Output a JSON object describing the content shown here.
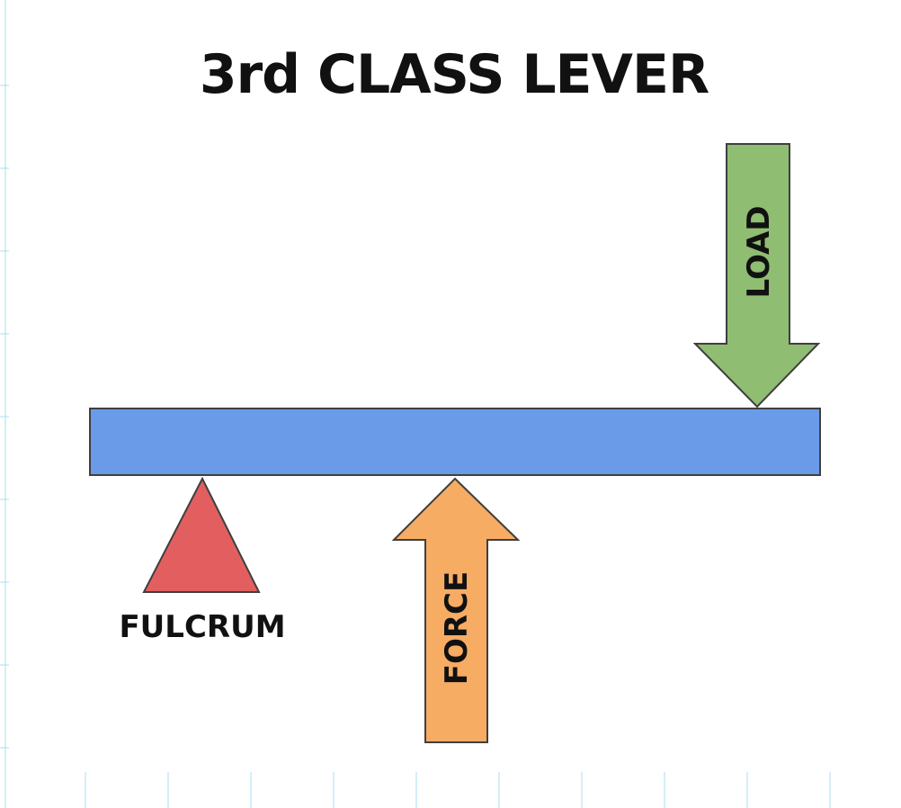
{
  "title": "3rd CLASS LEVER",
  "labels": {
    "load": "LOAD",
    "force": "FORCE",
    "fulcrum": "FULCRUM"
  },
  "colors": {
    "beam": "#6a9be8",
    "load_arrow": "#8fbd72",
    "force_arrow": "#f7ac63",
    "fulcrum": "#e35f5f",
    "outline": "#3f3f3f",
    "text": "#111111",
    "margin_ticks": "#a8dff0"
  }
}
